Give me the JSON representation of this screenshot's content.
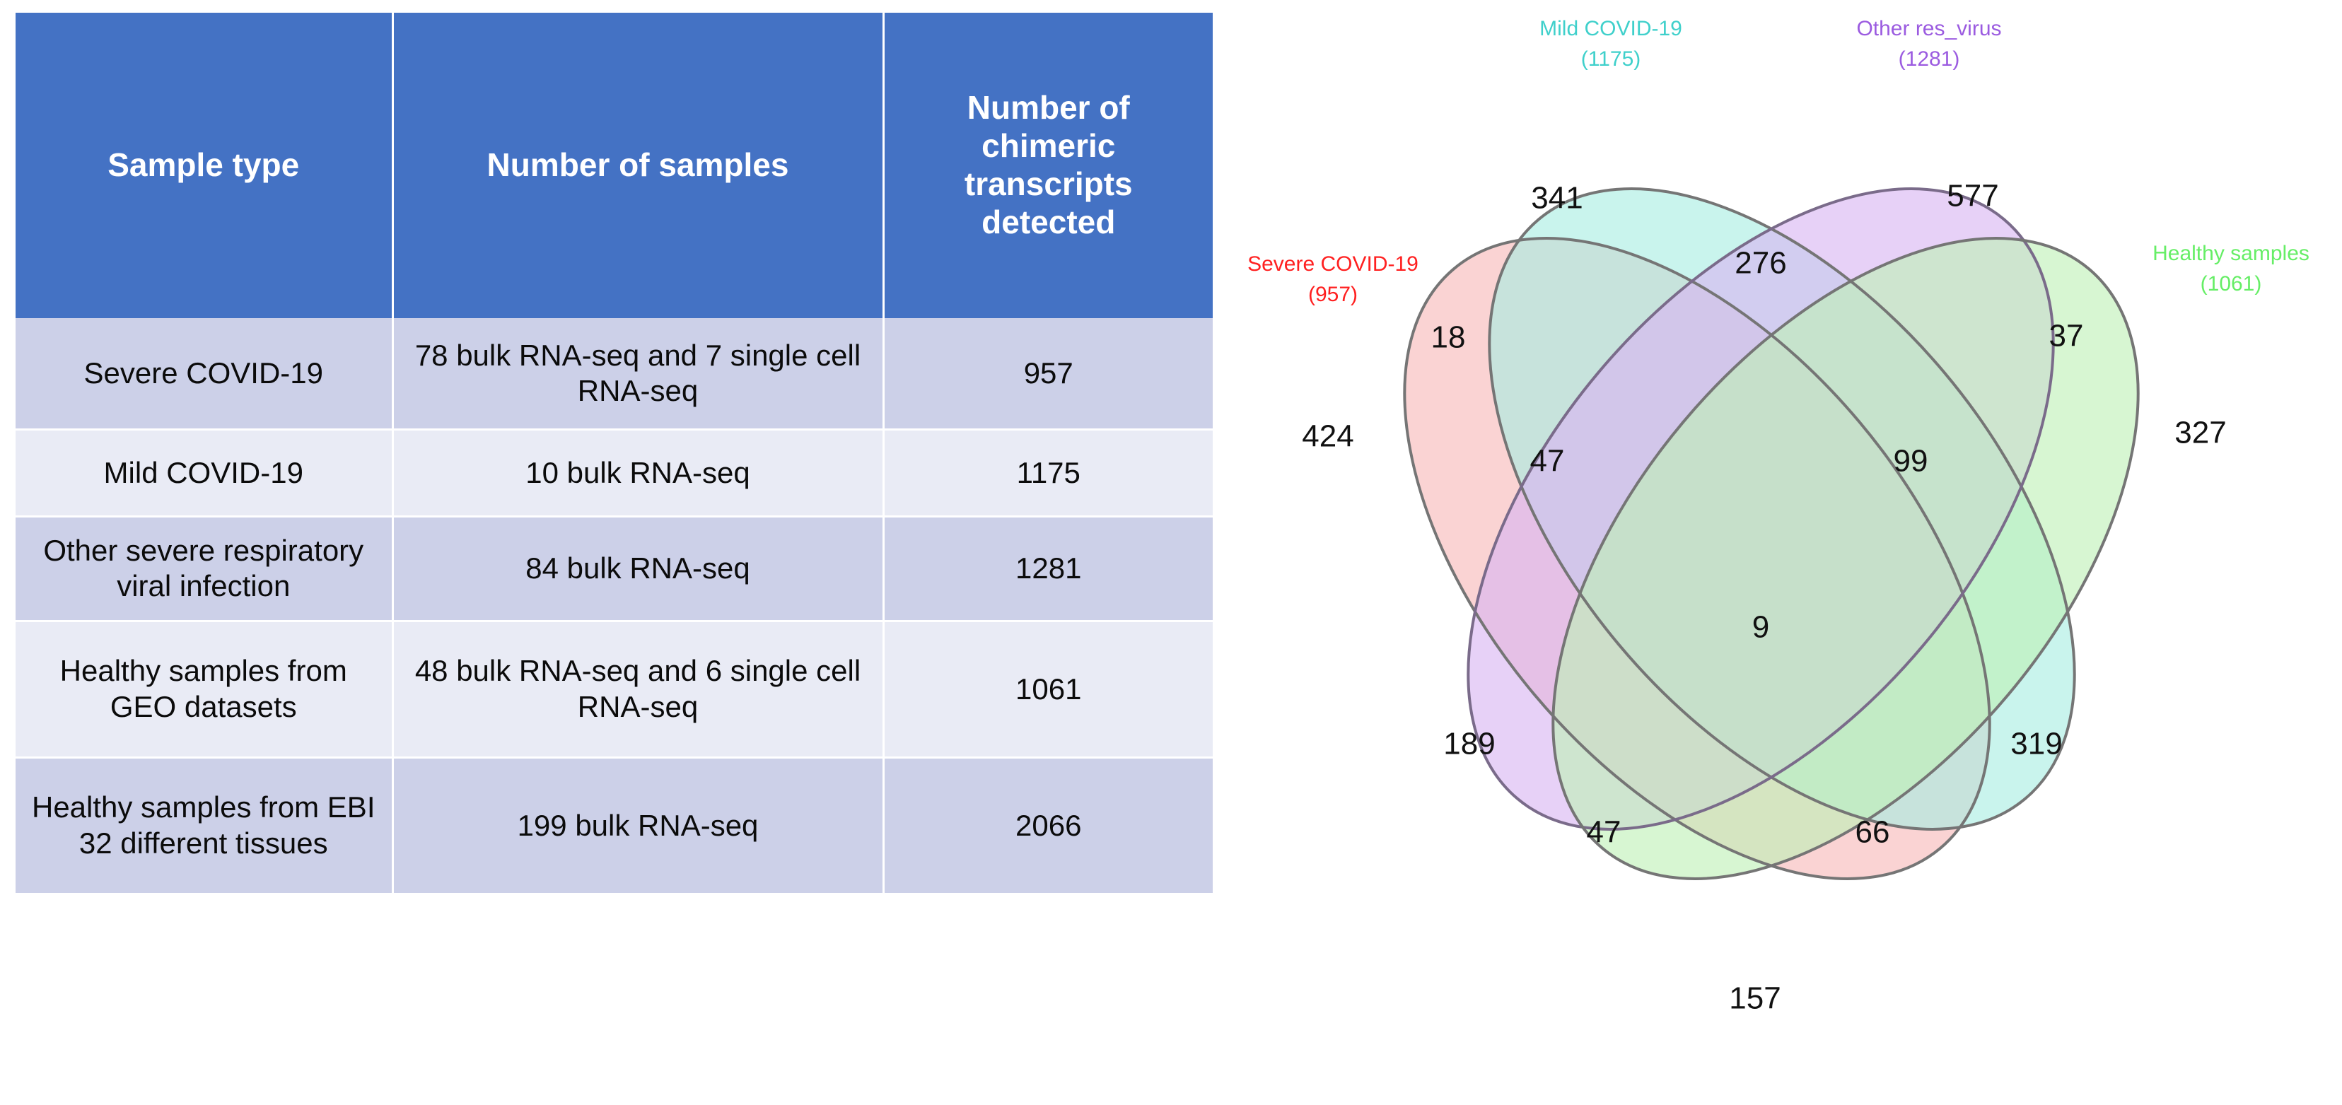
{
  "table": {
    "headers": [
      "Sample type",
      "Number of samples",
      "Number of chimeric transcripts detected"
    ],
    "header_lines": {
      "col3_l1": "Number of",
      "col3_l2": "chimeric",
      "col3_l3": "transcripts",
      "col3_l4": "detected"
    },
    "rows": [
      {
        "sample_type": "Severe COVID-19",
        "number_of_samples": "78 bulk RNA-seq and 7 single cell RNA-seq",
        "chimeric_transcripts": "957"
      },
      {
        "sample_type": "Mild COVID-19",
        "number_of_samples": "10 bulk RNA-seq",
        "chimeric_transcripts": "1175"
      },
      {
        "sample_type": "Other severe respiratory viral infection",
        "number_of_samples": "84 bulk RNA-seq",
        "chimeric_transcripts": "1281"
      },
      {
        "sample_type": "Healthy samples from GEO datasets",
        "number_of_samples": "48 bulk RNA-seq and 6 single cell RNA-seq",
        "chimeric_transcripts": "1061"
      },
      {
        "sample_type": "Healthy samples from EBI 32 different tissues",
        "number_of_samples": "199 bulk RNA-seq",
        "chimeric_transcripts": "2066"
      }
    ],
    "colors": {
      "header_bg": "#4472C4",
      "header_text": "#FFFFFF",
      "band_a": "#CCD0E8",
      "band_b": "#E9EBF5",
      "cell_text": "#0B0B0B"
    }
  },
  "chart_data": {
    "type": "venn",
    "title": "",
    "sets": [
      {
        "name": "Severe COVID-19",
        "total": 957,
        "label": "Severe COVID-19",
        "count_label": "(957)",
        "color": "#F8C6C6",
        "text_color": "#FF0000"
      },
      {
        "name": "Mild COVID-19",
        "total": 1175,
        "label": "Mild COVID-19",
        "count_label": "(1175)",
        "color": "#CFF2EC",
        "text_color": "#3FD0CB"
      },
      {
        "name": "Other res_virus",
        "total": 1281,
        "label": "Other res_virus",
        "count_label": "(1281)",
        "color": "#E3CDF5",
        "text_color": "#9B5BE0"
      },
      {
        "name": "Healthy samples",
        "total": 1061,
        "label": "Healthy samples",
        "count_label": "(1061)",
        "color": "#D6F7D2",
        "text_color": "#66EE66"
      }
    ],
    "regions": [
      {
        "key": "Severe",
        "value": 424
      },
      {
        "key": "Mild",
        "value": 341
      },
      {
        "key": "Other",
        "value": 577
      },
      {
        "key": "Healthy",
        "value": 327
      },
      {
        "key": "Severe&Mild",
        "value": 18
      },
      {
        "key": "Mild&Other",
        "value": 276
      },
      {
        "key": "Other&Healthy",
        "value": 37
      },
      {
        "key": "Severe&Other",
        "value": 47
      },
      {
        "key": "Mild&Healthy",
        "value": 99
      },
      {
        "key": "Severe&Healthy",
        "value": 157
      },
      {
        "key": "Severe&Mild&Other",
        "value": 189
      },
      {
        "key": "Mild&Other&Healthy",
        "value": 319
      },
      {
        "key": "Severe&Mild&Healthy",
        "value": 47
      },
      {
        "key": "Severe&Other&Healthy",
        "value": 66
      },
      {
        "key": "Severe&Mild&Other&Healthy",
        "value": 9
      }
    ],
    "counts": {
      "severe_only": "424",
      "mild_only": "341",
      "other_only": "577",
      "healthy_only": "327",
      "severe_mild": "18",
      "mild_other": "276",
      "other_healthy": "37",
      "severe_other": "47",
      "mild_healthy": "99",
      "severe_healthy": "157",
      "severe_mild_other": "189",
      "mild_other_healthy": "319",
      "severe_mild_healthy": "47",
      "severe_other_healthy": "66",
      "all_four": "9"
    },
    "legend_position": "outside-corners",
    "outline_color": "#6E6E6E"
  }
}
